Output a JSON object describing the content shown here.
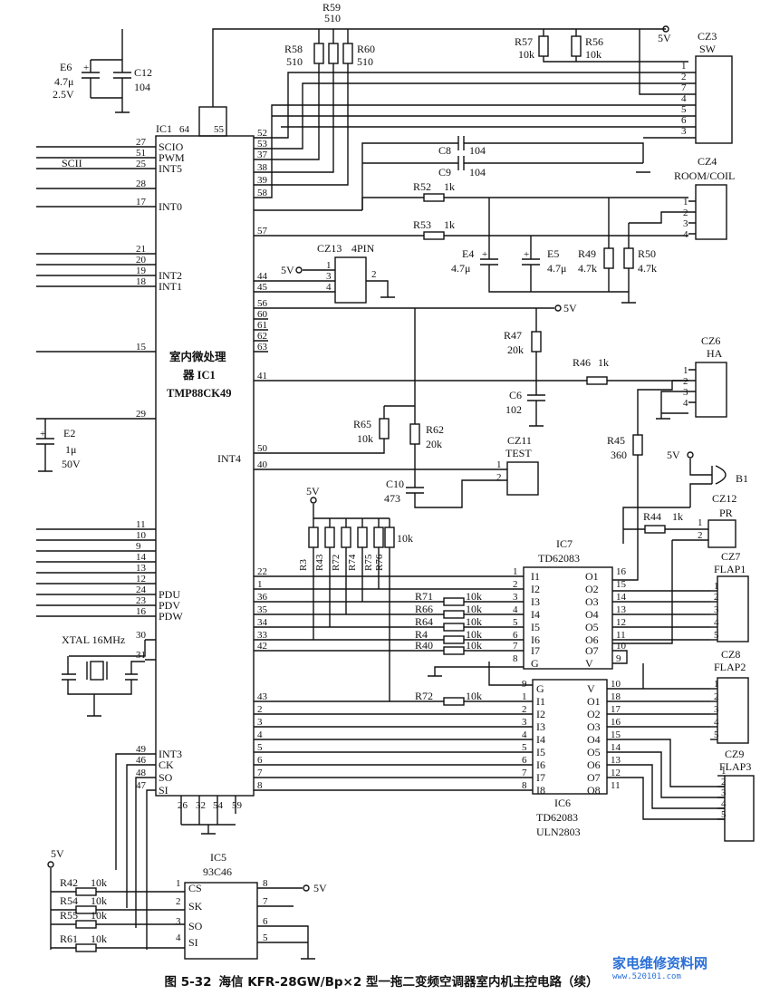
{
  "caption": {
    "figure_number": "图 5-32",
    "title": "海信 KFR-28GW/Bp×2 型一拖二变频空调器室内机主控电路（续）"
  },
  "watermark": {
    "logo_text": "家电维修资料网",
    "url": "www.520101.com"
  },
  "ic1": {
    "ref": "IC1",
    "title_line1": "室内微处理",
    "title_line2": "器 IC1",
    "part": "TMP88CK49",
    "top_pins": [
      "64",
      "55"
    ],
    "bottom_pins": [
      "26",
      "32",
      "54",
      "59"
    ],
    "left_pins": [
      {
        "num": "27",
        "name": "SCIO"
      },
      {
        "num": "51",
        "name": "PWM"
      },
      {
        "num": "25",
        "name": "INT5"
      },
      {
        "num": "28",
        "name": ""
      },
      {
        "num": "17",
        "name": "INT0"
      },
      {
        "num": "21",
        "name": ""
      },
      {
        "num": "20",
        "name": ""
      },
      {
        "num": "19",
        "name": "INT2"
      },
      {
        "num": "18",
        "name": "INT1"
      },
      {
        "num": "15",
        "name": ""
      },
      {
        "num": "29",
        "name": ""
      },
      {
        "num": "11",
        "name": ""
      },
      {
        "num": "10",
        "name": ""
      },
      {
        "num": "9",
        "name": ""
      },
      {
        "num": "14",
        "name": ""
      },
      {
        "num": "13",
        "name": ""
      },
      {
        "num": "12",
        "name": ""
      },
      {
        "num": "24",
        "name": "PDU"
      },
      {
        "num": "23",
        "name": "PDV"
      },
      {
        "num": "16",
        "name": "PDW"
      },
      {
        "num": "30",
        "name": ""
      },
      {
        "num": "31",
        "name": ""
      },
      {
        "num": "49",
        "name": "INT3"
      },
      {
        "num": "46",
        "name": "CK"
      },
      {
        "num": "48",
        "name": "SO"
      },
      {
        "num": "47",
        "name": "SI"
      }
    ],
    "right_pins": [
      "52",
      "53",
      "37",
      "38",
      "39",
      "58",
      "57",
      "44",
      "45",
      "56",
      "60",
      "61",
      "62",
      "63",
      "41",
      "50",
      "40",
      "22",
      "1",
      "36",
      "35",
      "34",
      "33",
      "42",
      "43",
      "2",
      "3",
      "4",
      "5",
      "6",
      "7",
      "8"
    ],
    "int4": "INT4",
    "scii": "SCII",
    "xtal": "XTAL 16MHz"
  },
  "components": {
    "e6": {
      "ref": "E6",
      "value": "4.7μ",
      "voltage": "2.5V"
    },
    "c12": {
      "ref": "C12",
      "value": "104"
    },
    "e2": {
      "ref": "E2",
      "value": "1μ",
      "voltage": "50V"
    },
    "r59": {
      "ref": "R59",
      "value": "510"
    },
    "r58": {
      "ref": "R58",
      "value": "510"
    },
    "r60": {
      "ref": "R60",
      "value": "510"
    },
    "r57": {
      "ref": "R57",
      "value": "10k"
    },
    "r56": {
      "ref": "R56",
      "value": "10k"
    },
    "c8": {
      "ref": "C8",
      "value": "104"
    },
    "c9": {
      "ref": "C9",
      "value": "104"
    },
    "r52": {
      "ref": "R52",
      "value": "1k"
    },
    "r53": {
      "ref": "R53",
      "value": "1k"
    },
    "e4": {
      "ref": "E4",
      "value": "4.7μ"
    },
    "e5": {
      "ref": "E5",
      "value": "4.7μ"
    },
    "r49": {
      "ref": "R49",
      "value": "4.7k"
    },
    "r50": {
      "ref": "R50",
      "value": "4.7k"
    },
    "r47": {
      "ref": "R47",
      "value": "20k"
    },
    "r46": {
      "ref": "R46",
      "value": "1k"
    },
    "c6": {
      "ref": "C6",
      "value": "102"
    },
    "r65": {
      "ref": "R65",
      "value": "10k"
    },
    "r62": {
      "ref": "R62",
      "value": "20k"
    },
    "c10": {
      "ref": "C10",
      "value": "473"
    },
    "r45": {
      "ref": "R45",
      "value": "360"
    },
    "r44": {
      "ref": "R44",
      "value": "1k"
    },
    "b1": {
      "ref": "B1"
    },
    "pullups": {
      "refs": [
        "R3",
        "R43",
        "R72",
        "R74",
        "R75",
        "R76"
      ],
      "value": "10k"
    },
    "series": [
      {
        "ref": "R71",
        "value": "10k"
      },
      {
        "ref": "R66",
        "value": "10k"
      },
      {
        "ref": "R64",
        "value": "10k"
      },
      {
        "ref": "R4",
        "value": "10k"
      },
      {
        "ref": "R40",
        "value": "10k"
      },
      {
        "ref": "R72",
        "value": "10k"
      }
    ],
    "ic5_res": [
      {
        "ref": "R42",
        "value": "10k"
      },
      {
        "ref": "R54",
        "value": "10k"
      },
      {
        "ref": "R55",
        "value": "10k"
      },
      {
        "ref": "R61",
        "value": "10k"
      }
    ]
  },
  "supply": "5V",
  "connectors": {
    "cz3": {
      "ref": "CZ3",
      "name": "SW",
      "pins": [
        "1",
        "2",
        "7",
        "4",
        "5",
        "6",
        "3"
      ]
    },
    "cz4": {
      "ref": "CZ4",
      "name": "ROOM/COIL",
      "pins": [
        "1",
        "2",
        "3",
        "4"
      ]
    },
    "cz13": {
      "ref": "CZ13",
      "name": "4PIN",
      "pins": [
        "1",
        "3",
        "4",
        "2"
      ]
    },
    "cz6": {
      "ref": "CZ6",
      "name": "HA",
      "pins": [
        "1",
        "2",
        "3",
        "4"
      ]
    },
    "cz11": {
      "ref": "CZ11",
      "name": "TEST",
      "pins": [
        "1",
        "2"
      ]
    },
    "cz12": {
      "ref": "CZ12",
      "name": "PR",
      "pins": [
        "1",
        "2"
      ]
    },
    "cz7": {
      "ref": "CZ7",
      "name": "FLAP1",
      "pins": [
        "1",
        "2",
        "3",
        "4",
        "5"
      ]
    },
    "cz8": {
      "ref": "CZ8",
      "name": "FLAP2",
      "pins": [
        "1",
        "2",
        "3",
        "4",
        "5"
      ]
    },
    "cz9": {
      "ref": "CZ9",
      "name": "FLAP3",
      "pins": [
        "1",
        "2",
        "3",
        "4",
        "5"
      ]
    }
  },
  "ic7": {
    "ref": "IC7",
    "part": "TD62083",
    "inputs": [
      "I1",
      "I2",
      "I3",
      "I4",
      "I5",
      "I6",
      "I7",
      "G"
    ],
    "in_pins": [
      "1",
      "2",
      "3",
      "4",
      "5",
      "6",
      "7",
      "8"
    ],
    "outputs": [
      "O1",
      "O2",
      "O3",
      "O4",
      "O5",
      "O6",
      "O7",
      "V"
    ],
    "out_pins": [
      "16",
      "15",
      "14",
      "13",
      "12",
      "11",
      "10",
      "9"
    ]
  },
  "ic6": {
    "ref": "IC6",
    "part": "TD62083",
    "part2": "ULN2803",
    "inputs": [
      "G",
      "I1",
      "I2",
      "I3",
      "I4",
      "I5",
      "I6",
      "I7",
      "I8"
    ],
    "in_pins": [
      "9",
      "1",
      "2",
      "3",
      "4",
      "5",
      "6",
      "7",
      "8"
    ],
    "outputs": [
      "V",
      "O1",
      "O2",
      "O3",
      "O4",
      "O5",
      "O6",
      "O7",
      "O8"
    ],
    "out_pins": [
      "10",
      "18",
      "17",
      "16",
      "15",
      "14",
      "13",
      "12",
      "11"
    ]
  },
  "ic5": {
    "ref": "IC5",
    "part": "93C46",
    "left_names": [
      "CS",
      "SK",
      "SO",
      "SI"
    ],
    "left_pins": [
      "1",
      "2",
      "3",
      "4"
    ],
    "right_pins": [
      "8",
      "7",
      "6",
      "5"
    ]
  }
}
